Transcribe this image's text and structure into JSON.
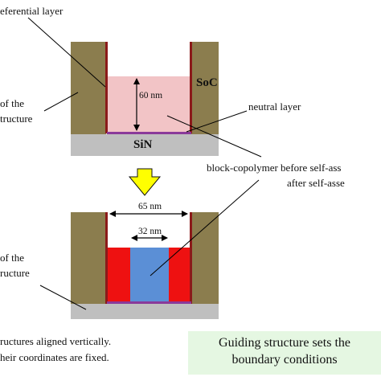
{
  "labels": {
    "preferential_layer": "eferential layer",
    "thickness": "60 nm",
    "soc": "SoC",
    "of_the_top": "of the",
    "structure_top": "tructure",
    "neutral_layer": "neutral layer",
    "sin": "SiN",
    "bcp_before": "block-copolymer before self-ass",
    "after_self": "after self-asse",
    "width_outer": "65 nm",
    "width_inner": "32 nm",
    "of_the_bottom": "of the",
    "structure_bottom": "ructure",
    "aligned": "ructures aligned vertically.",
    "fixed": "heir coordinates are fixed."
  },
  "callout": {
    "line1": "Guiding structure sets the",
    "line2": "boundary conditions"
  },
  "colors": {
    "soc": "#8b7d4e",
    "preferential": "#8b1a1a",
    "sin": "#bfbfbf",
    "bcp_mix": "#f2c4c6",
    "neutral": "#8a3a9a",
    "red_domain": "#ee1111",
    "blue_domain": "#5b8fd6",
    "arrow": "#ffff00",
    "callout_bg": "#e5f7e2"
  }
}
